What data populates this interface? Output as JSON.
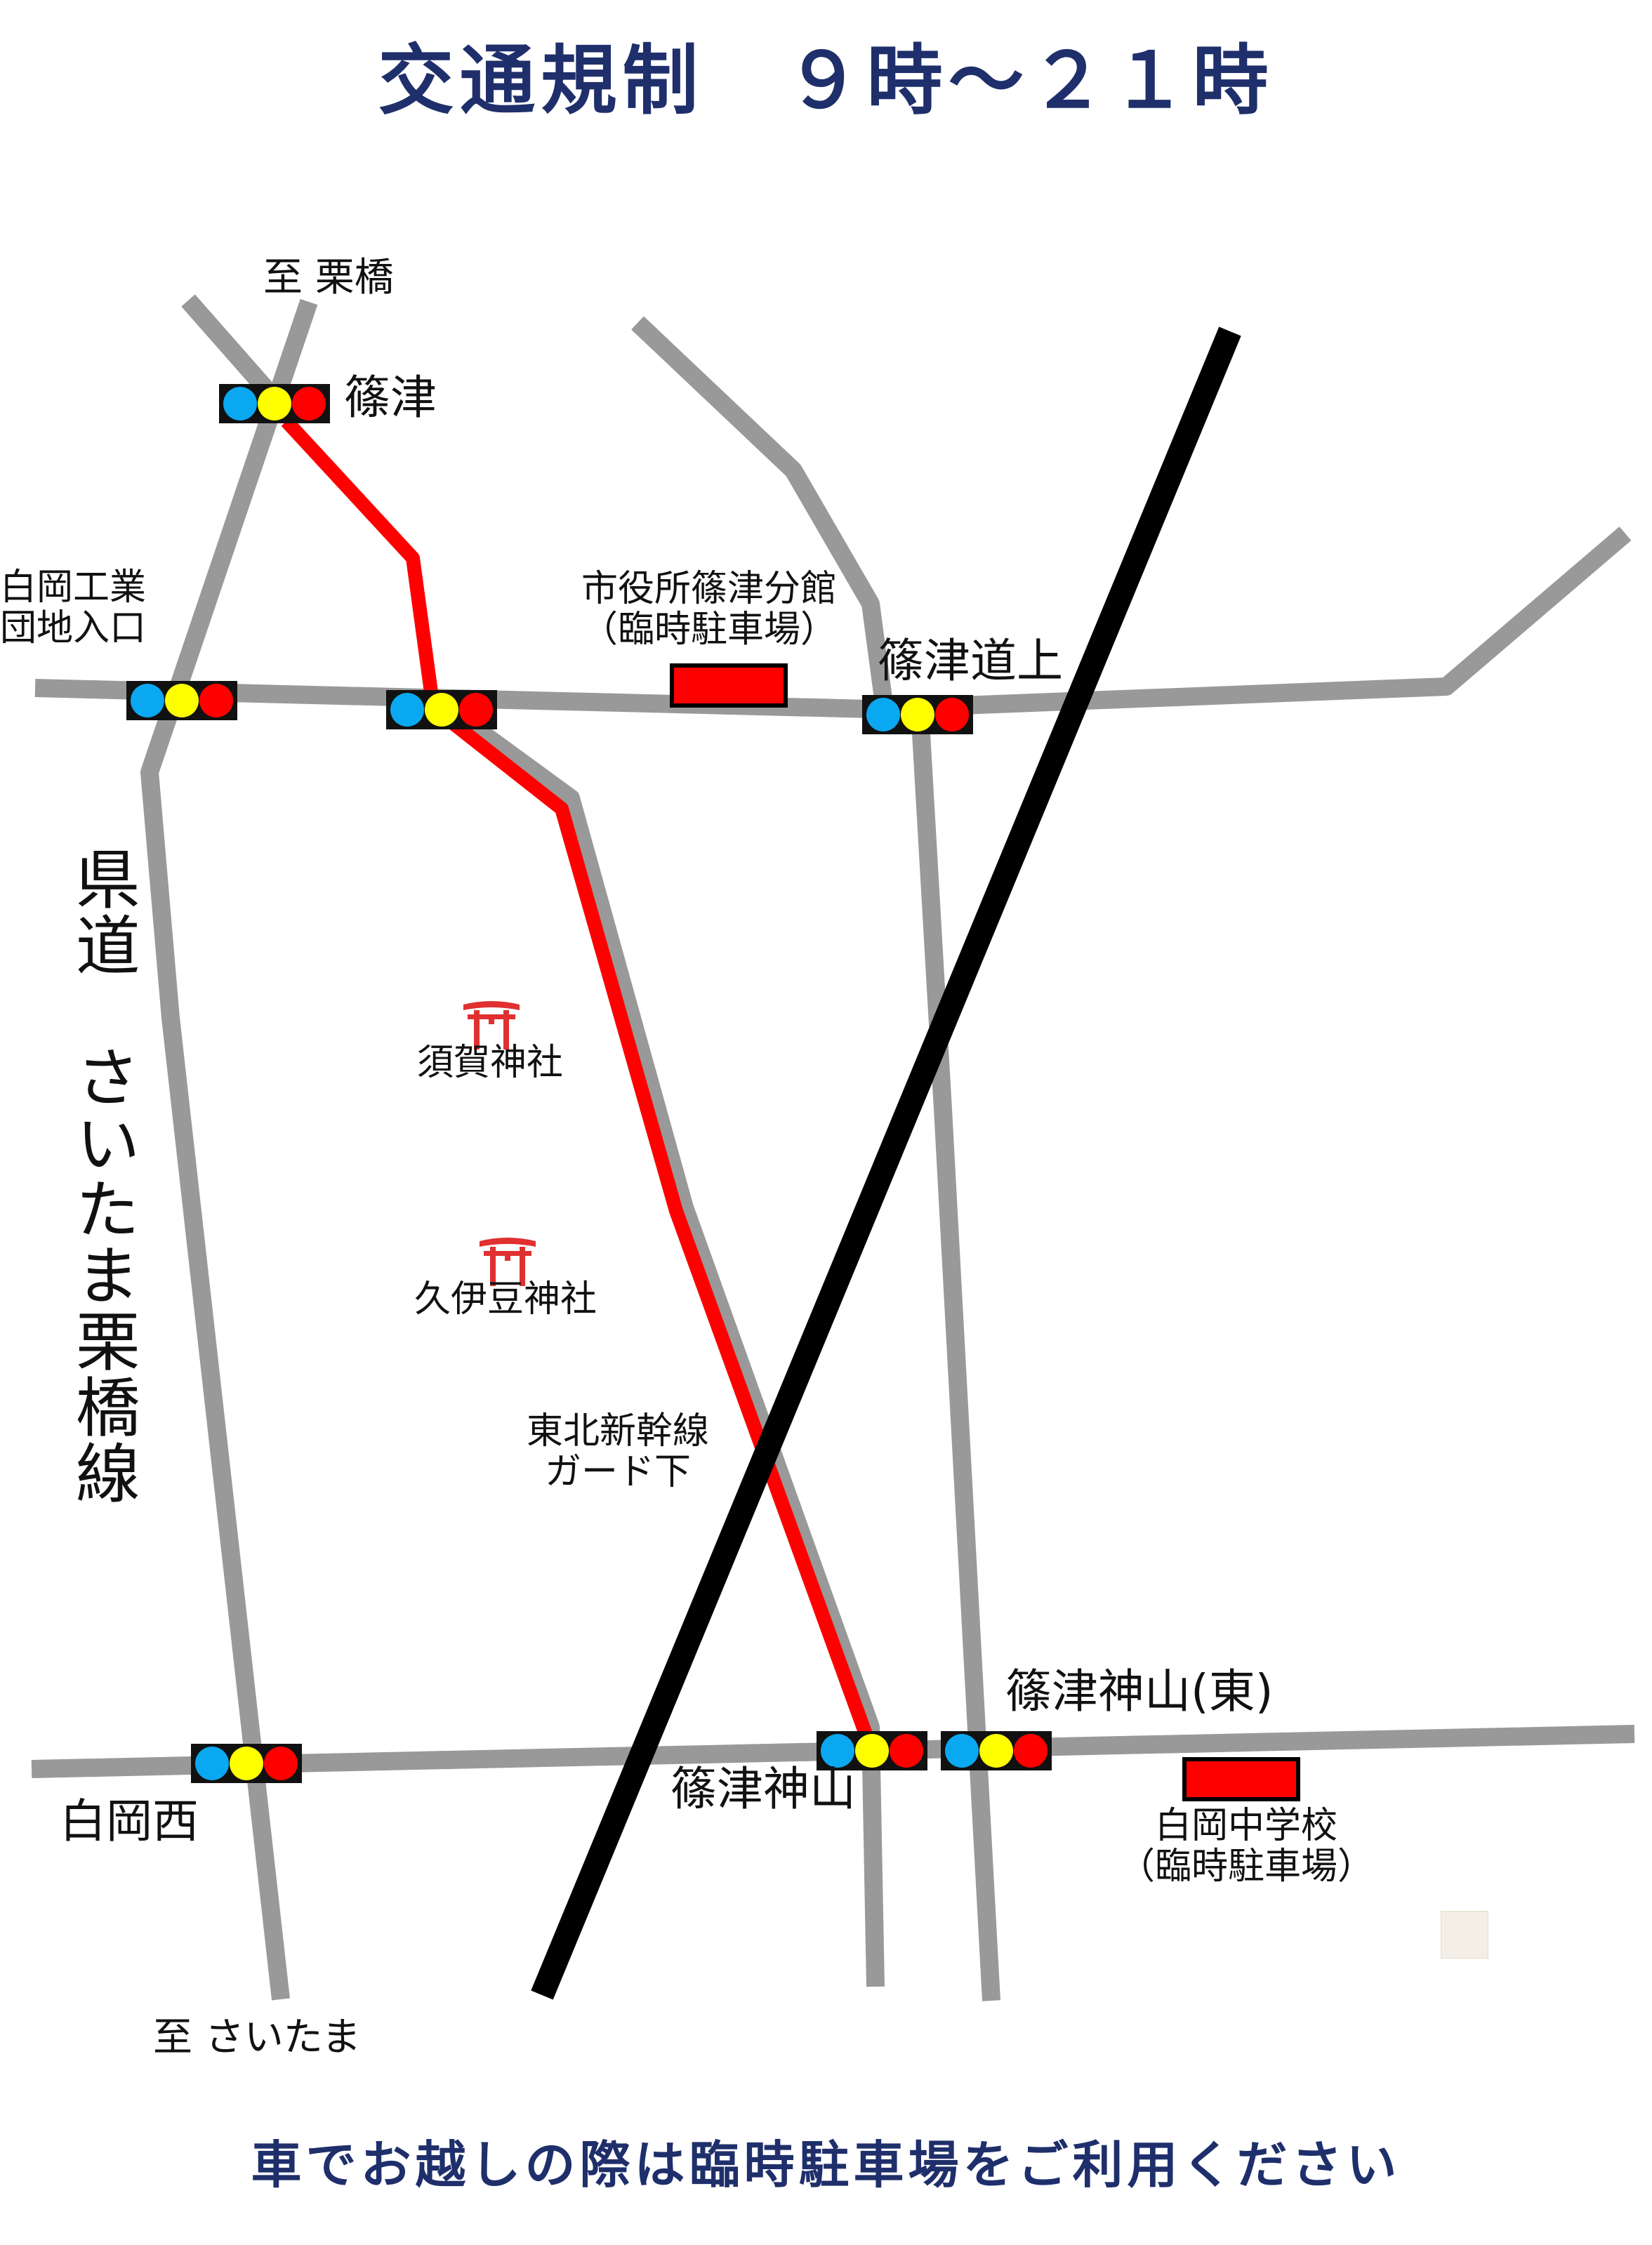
{
  "title": "交通規制　９時～２１時",
  "footer": "車でお越しの際は臨時駐車場をご利用ください",
  "route_label": "県道　さいたま栗橋線",
  "directions": {
    "north": "至 栗橋",
    "south": "至 さいたま"
  },
  "intersections": {
    "shinozu": "篠津",
    "shiraoka_kogyo": "白岡工業\n団地入口",
    "shinozu_michigami": "篠津道上",
    "shinozu_kamiyama": "篠津神山",
    "shinozu_kamiyama_east": "篠津神山(東)",
    "shiraoka_nishi": "白岡西"
  },
  "parking": {
    "city_office": "市役所篠津分館\n（臨時駐車場）",
    "junior_high": "白岡中学校\n（臨時駐車場）"
  },
  "landmarks": {
    "suga_shrine": "須賀神社",
    "kuizu_shrine": "久伊豆神社",
    "shinkansen_underpass": "東北新幹線\nガード下"
  },
  "colors": {
    "title_text": "#1f2f6b",
    "road": "#999999",
    "restricted_route": "#ff0000",
    "railway": "#000000",
    "parking_fill": "#ff0000",
    "signal_blue": "#0aa8f0",
    "signal_yellow": "#ffff00",
    "signal_red": "#ff0000",
    "torii": "#e03030"
  },
  "icons": {
    "traffic_signal": "traffic-signal-icon",
    "shrine": "torii-icon",
    "parking": "parking-rect-icon"
  }
}
